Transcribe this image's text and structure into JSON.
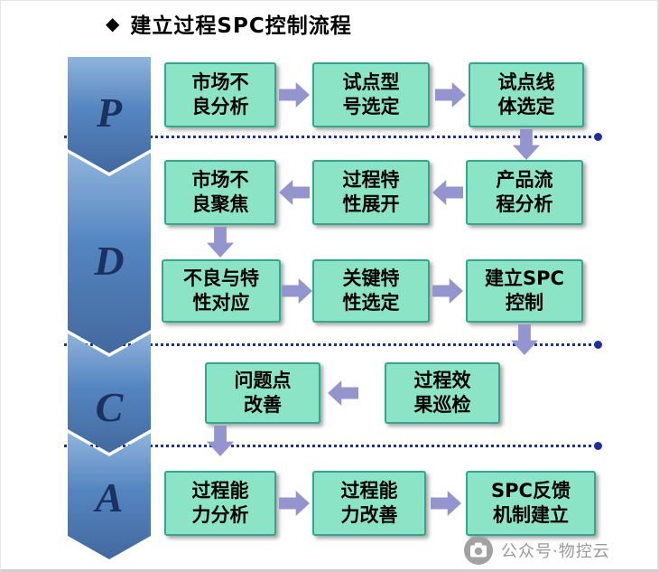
{
  "header": {
    "bullet": "◆",
    "title": "建立过程SPC控制流程"
  },
  "pdca": {
    "letters": [
      "P",
      "D",
      "C",
      "A"
    ]
  },
  "flow": {
    "rows": [
      {
        "stage": "P",
        "direction": "right",
        "boxes": [
          "市场不\n良分析",
          "试点型\n号选定",
          "试点线\n体选定"
        ]
      },
      {
        "stage": "D",
        "direction": "left",
        "boxes": [
          "市场不\n良聚焦",
          "过程特\n性展开",
          "产品流\n程分析"
        ]
      },
      {
        "stage": "D",
        "direction": "right",
        "boxes": [
          "不良与特\n性对应",
          "关键特\n性选定",
          "建立SPC\n控制"
        ]
      },
      {
        "stage": "C",
        "direction": "left",
        "boxes": [
          "问题点\n改善",
          "过程效\n果巡检"
        ]
      },
      {
        "stage": "A",
        "direction": "right",
        "boxes": [
          "过程能\n力分析",
          "过程能\n力改善",
          "SPC反馈\n机制建立"
        ]
      }
    ]
  },
  "watermark": {
    "label": "公众号·物控云"
  },
  "colors": {
    "box_fill": "#8BE4C6",
    "box_border": "#2FA98C",
    "arrow": "#9494CF",
    "banner_blue": "#4F81BD",
    "pdca_letter": "#19325F",
    "dotted_line": "#1F2F9A"
  }
}
